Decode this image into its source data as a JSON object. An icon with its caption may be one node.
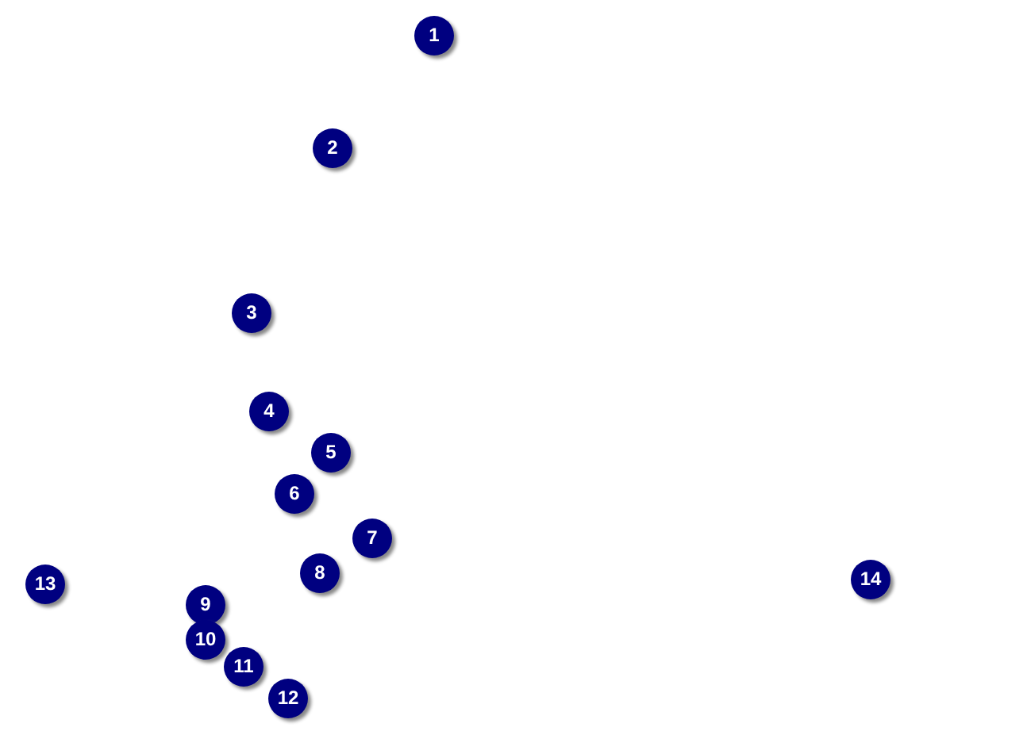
{
  "diagram": {
    "nodes": [
      {
        "text": [
          "1"
        ]
      },
      {
        "text": [
          "2"
        ]
      },
      {
        "text": [
          "3"
        ]
      },
      {
        "text": [
          "4"
        ]
      },
      {
        "text": [
          "5"
        ]
      },
      {
        "text": [
          "6"
        ]
      },
      {
        "text": [
          "7"
        ]
      },
      {
        "text": [
          "8"
        ]
      },
      {
        "text": [
          "9"
        ]
      },
      {
        "text": [
          "10"
        ]
      },
      {
        "text": [
          "11"
        ]
      },
      {
        "text": [
          "12"
        ]
      },
      {
        "text": [
          "13"
        ]
      },
      {
        "text": [
          "14"
        ]
      }
    ]
  }
}
